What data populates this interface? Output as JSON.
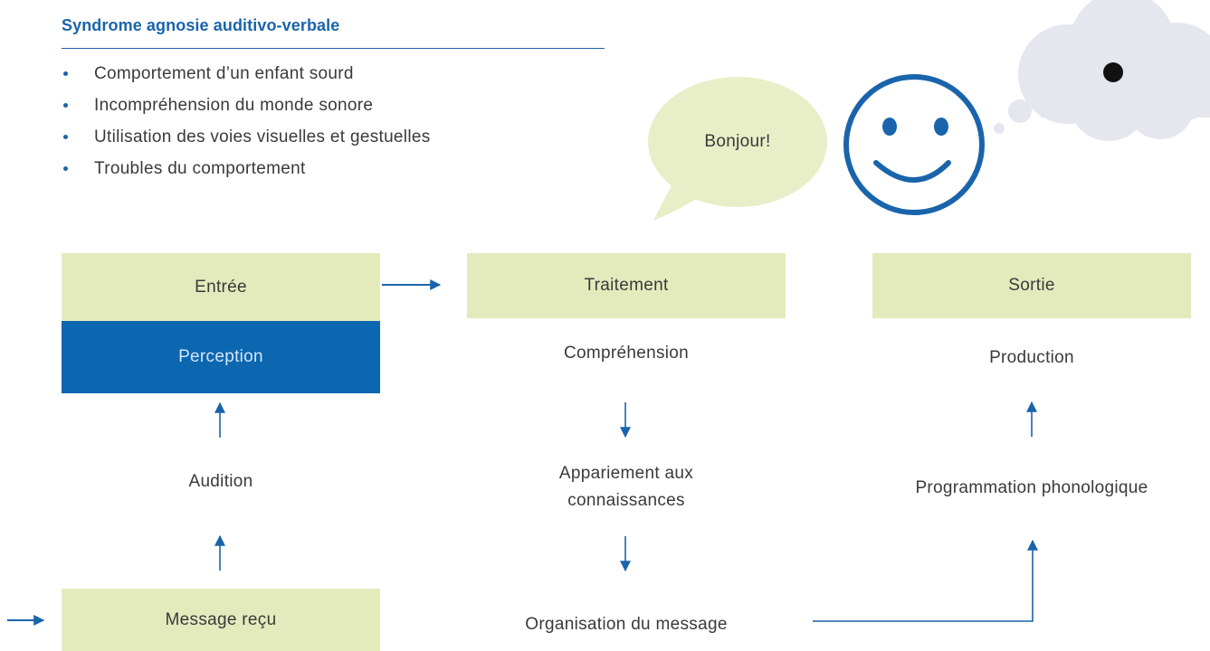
{
  "header": {
    "title": "Syndrome agnosie auditivo-verbale",
    "bullets": [
      "Comportement d’un enfant sourd",
      "Incompréhension du monde sonore",
      "Utilisation des voies visuelles et gestuelles",
      "Troubles du comportement"
    ]
  },
  "speech_bubble": {
    "text": "Bonjour!"
  },
  "columns": {
    "entree": {
      "header": "Entrée",
      "perception": "Perception",
      "audition": "Audition",
      "message": "Message reçu"
    },
    "traitement": {
      "header": "Traitement",
      "comprehension": "Compréhension",
      "appariement_line1": "Appariement aux",
      "appariement_line2": "connaissances",
      "organisation": "Organisation du message"
    },
    "sortie": {
      "header": "Sortie",
      "production": "Production",
      "programmation": "Programmation phonologique"
    }
  },
  "colors": {
    "accent_blue": "#1a64ac",
    "box_green": "#e3ebbd",
    "box_blue": "#0c66b0",
    "bubble_green": "#e8efc8",
    "cloud_gray": "#e6e6ef",
    "text": "#3a3a3a"
  }
}
